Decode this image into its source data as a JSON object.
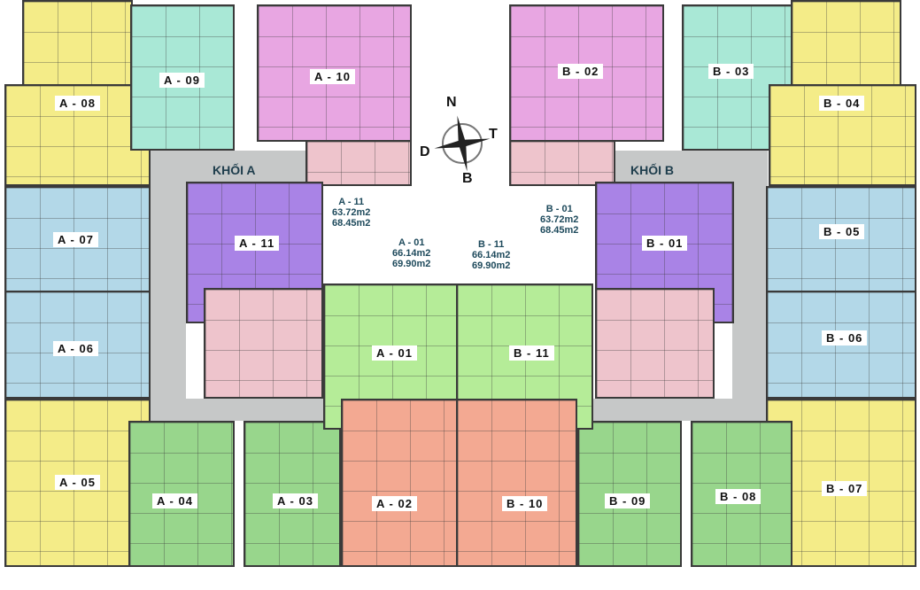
{
  "blocks": {
    "a": "KHỐI A",
    "b": "KHỐI B"
  },
  "compass": {
    "n": "N",
    "t": "T",
    "d": "D",
    "b": "B"
  },
  "units": {
    "a01": "A - 01",
    "a02": "A - 02",
    "a03": "A - 03",
    "a04": "A - 04",
    "a05": "A - 05",
    "a06": "A - 06",
    "a07": "A - 07",
    "a08": "A - 08",
    "a09": "A - 09",
    "a10": "A - 10",
    "a11": "A - 11",
    "b01": "B - 01",
    "b02": "B - 02",
    "b03": "B - 03",
    "b04": "B - 04",
    "b05": "B - 05",
    "b06": "B - 06",
    "b07": "B - 07",
    "b08": "B - 08",
    "b09": "B - 09",
    "b10": "B - 10",
    "b11": "B - 11"
  },
  "areas": {
    "a11": {
      "name": "A - 11",
      "net": "63.72m2",
      "gross": "68.45m2"
    },
    "b01": {
      "name": "B - 01",
      "net": "63.72m2",
      "gross": "68.45m2"
    },
    "a01": {
      "name": "A - 01",
      "net": "66.14m2",
      "gross": "69.90m2"
    },
    "b11": {
      "name": "B - 11",
      "net": "66.14m2",
      "gross": "69.90m2"
    }
  },
  "colors": {
    "yellow": "#f4ec88",
    "teal": "#a9e8d6",
    "pink": "#e8a6e2",
    "purple": "#a983e6",
    "blue": "#b3d8e8",
    "light_green": "#b5ec98",
    "green": "#98d68c",
    "salmon": "#f3a992",
    "corridor": "#c6c8c8"
  }
}
